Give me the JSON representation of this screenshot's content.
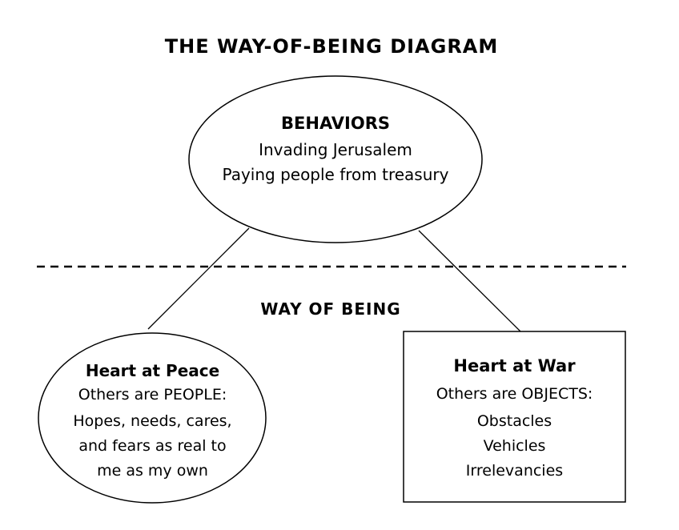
{
  "title": "THE WAY-OF-BEING DIAGRAM",
  "behaviors": {
    "heading": "BEHAVIORS",
    "items": [
      "Invading Jerusalem",
      "Paying people from treasury"
    ]
  },
  "way_of_being": "WAY OF BEING",
  "heart_at_peace": {
    "heading": "Heart at Peace",
    "subheading": "Others are PEOPLE:",
    "lines": [
      "Hopes, needs, cares,",
      "and fears as real to",
      "me as my own"
    ]
  },
  "heart_at_war": {
    "heading": "Heart at War",
    "subheading": "Others are OBJECTS:",
    "items": [
      "Obstacles",
      "Vehicles",
      "Irrelevancies"
    ]
  }
}
